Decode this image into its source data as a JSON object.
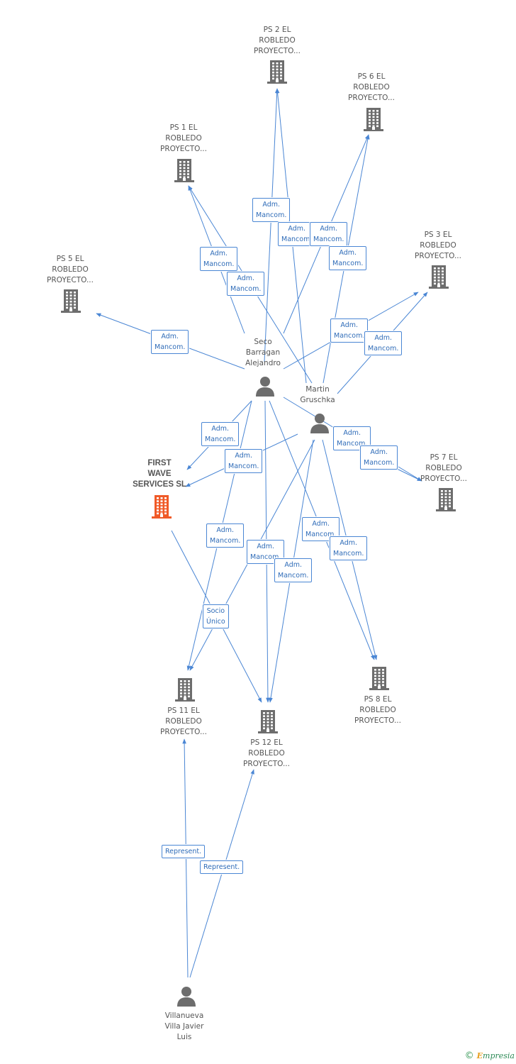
{
  "diagram": {
    "nodes": [
      {
        "id": "ps2",
        "type": "company",
        "lines": [
          "PS 2 EL",
          "ROBLEDO",
          "PROYECTO..."
        ]
      },
      {
        "id": "ps6",
        "type": "company",
        "lines": [
          "PS 6 EL",
          "ROBLEDO",
          "PROYECTO..."
        ]
      },
      {
        "id": "ps1",
        "type": "company",
        "lines": [
          "PS 1 EL",
          "ROBLEDO",
          "PROYECTO..."
        ]
      },
      {
        "id": "ps3",
        "type": "company",
        "lines": [
          "PS 3 EL",
          "ROBLEDO",
          "PROYECTO..."
        ]
      },
      {
        "id": "ps5",
        "type": "company",
        "lines": [
          "PS 5 EL",
          "ROBLEDO",
          "PROYECTO..."
        ]
      },
      {
        "id": "seco",
        "type": "person",
        "lines": [
          "Seco",
          "Barragan",
          "Alejandro"
        ]
      },
      {
        "id": "martin",
        "type": "person",
        "lines": [
          "Martin",
          "Gruschka"
        ]
      },
      {
        "id": "first",
        "type": "company-focus",
        "lines": [
          "FIRST",
          "WAVE",
          "SERVICES SL"
        ]
      },
      {
        "id": "ps7",
        "type": "company",
        "lines": [
          "PS 7 EL",
          "ROBLEDO",
          "PROYECTO..."
        ]
      },
      {
        "id": "ps11",
        "type": "company",
        "lines": [
          "PS 11 EL",
          "ROBLEDO",
          "PROYECTO..."
        ]
      },
      {
        "id": "ps12",
        "type": "company",
        "lines": [
          "PS 12 EL",
          "ROBLEDO",
          "PROYECTO..."
        ]
      },
      {
        "id": "ps8",
        "type": "company",
        "lines": [
          "PS 8 EL",
          "ROBLEDO",
          "PROYECTO..."
        ]
      },
      {
        "id": "villa",
        "type": "person",
        "lines": [
          "Villanueva",
          "Villa Javier",
          "Luis"
        ]
      }
    ],
    "relations": [
      {
        "lines": [
          "Adm.",
          "Mancom."
        ]
      },
      {
        "lines": [
          "Adm.",
          "Mancom."
        ]
      },
      {
        "lines": [
          "Adm.",
          "Mancom."
        ]
      },
      {
        "lines": [
          "Adm.",
          "Mancom."
        ]
      },
      {
        "lines": [
          "Adm.",
          "Mancom."
        ]
      },
      {
        "lines": [
          "Adm.",
          "Mancom."
        ]
      },
      {
        "lines": [
          "Adm.",
          "Mancom."
        ]
      },
      {
        "lines": [
          "Adm.",
          "Mancom."
        ]
      },
      {
        "lines": [
          "Adm.",
          "Mancom."
        ]
      },
      {
        "lines": [
          "Adm.",
          "Mancom."
        ]
      },
      {
        "lines": [
          "Adm.",
          "Mancom."
        ]
      },
      {
        "lines": [
          "Adm.",
          "Mancom."
        ]
      },
      {
        "lines": [
          "Adm.",
          "Mancom."
        ]
      },
      {
        "lines": [
          "Adm.",
          "Mancom."
        ]
      },
      {
        "lines": [
          "Adm.",
          "Mancom."
        ]
      },
      {
        "lines": [
          "Adm.",
          "Mancom."
        ]
      },
      {
        "lines": [
          "Adm.",
          "Mancom."
        ]
      },
      {
        "lines": [
          "Adm.",
          "Mancom."
        ]
      },
      {
        "lines": [
          "Socio",
          "Único"
        ]
      },
      {
        "lines": [
          "Represent."
        ]
      },
      {
        "lines": [
          "Represent."
        ]
      }
    ]
  },
  "colors": {
    "edge": "#4a86d4",
    "company_icon": "#6d6d6d",
    "focus_icon": "#f05a28",
    "person_icon": "#6d6d6d"
  },
  "footer": {
    "copyright": "©",
    "brand_initial": "E",
    "brand_rest": "mpresia"
  }
}
